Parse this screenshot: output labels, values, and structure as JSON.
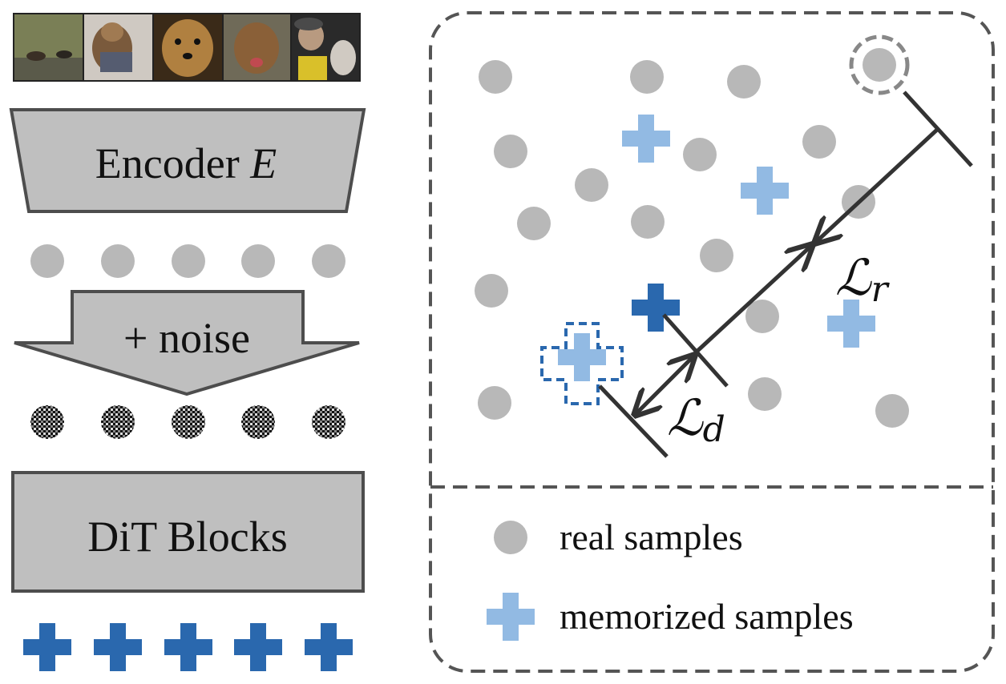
{
  "pipeline": {
    "thumbnail_images": [
      "dogs-on-grass-photo",
      "yorkie-photo",
      "yorkie-closeup-photo",
      "terrier-photo",
      "person-with-dog-photo"
    ],
    "encoder_label": "Encoder ",
    "encoder_symbol": "E",
    "noise_label": "+ noise",
    "dit_label": "DiT Blocks",
    "latent_count": 5,
    "noisy_latent_count": 5,
    "output_count": 5
  },
  "space": {
    "loss_r_base": "ℒ",
    "loss_r_sub": "r",
    "loss_d_base": "ℒ",
    "loss_d_sub": "d"
  },
  "legend": {
    "real_label": "real samples",
    "memorized_label": "memorized samples"
  },
  "colors": {
    "real_sample": "#b8b8b8",
    "memorized_sample": "#92bae3",
    "generated_sample": "#2a68ae",
    "block_fill": "#bfbfbf",
    "block_stroke": "#4d4d4d",
    "dashed_stroke": "#555555",
    "arrow": "#333333"
  }
}
